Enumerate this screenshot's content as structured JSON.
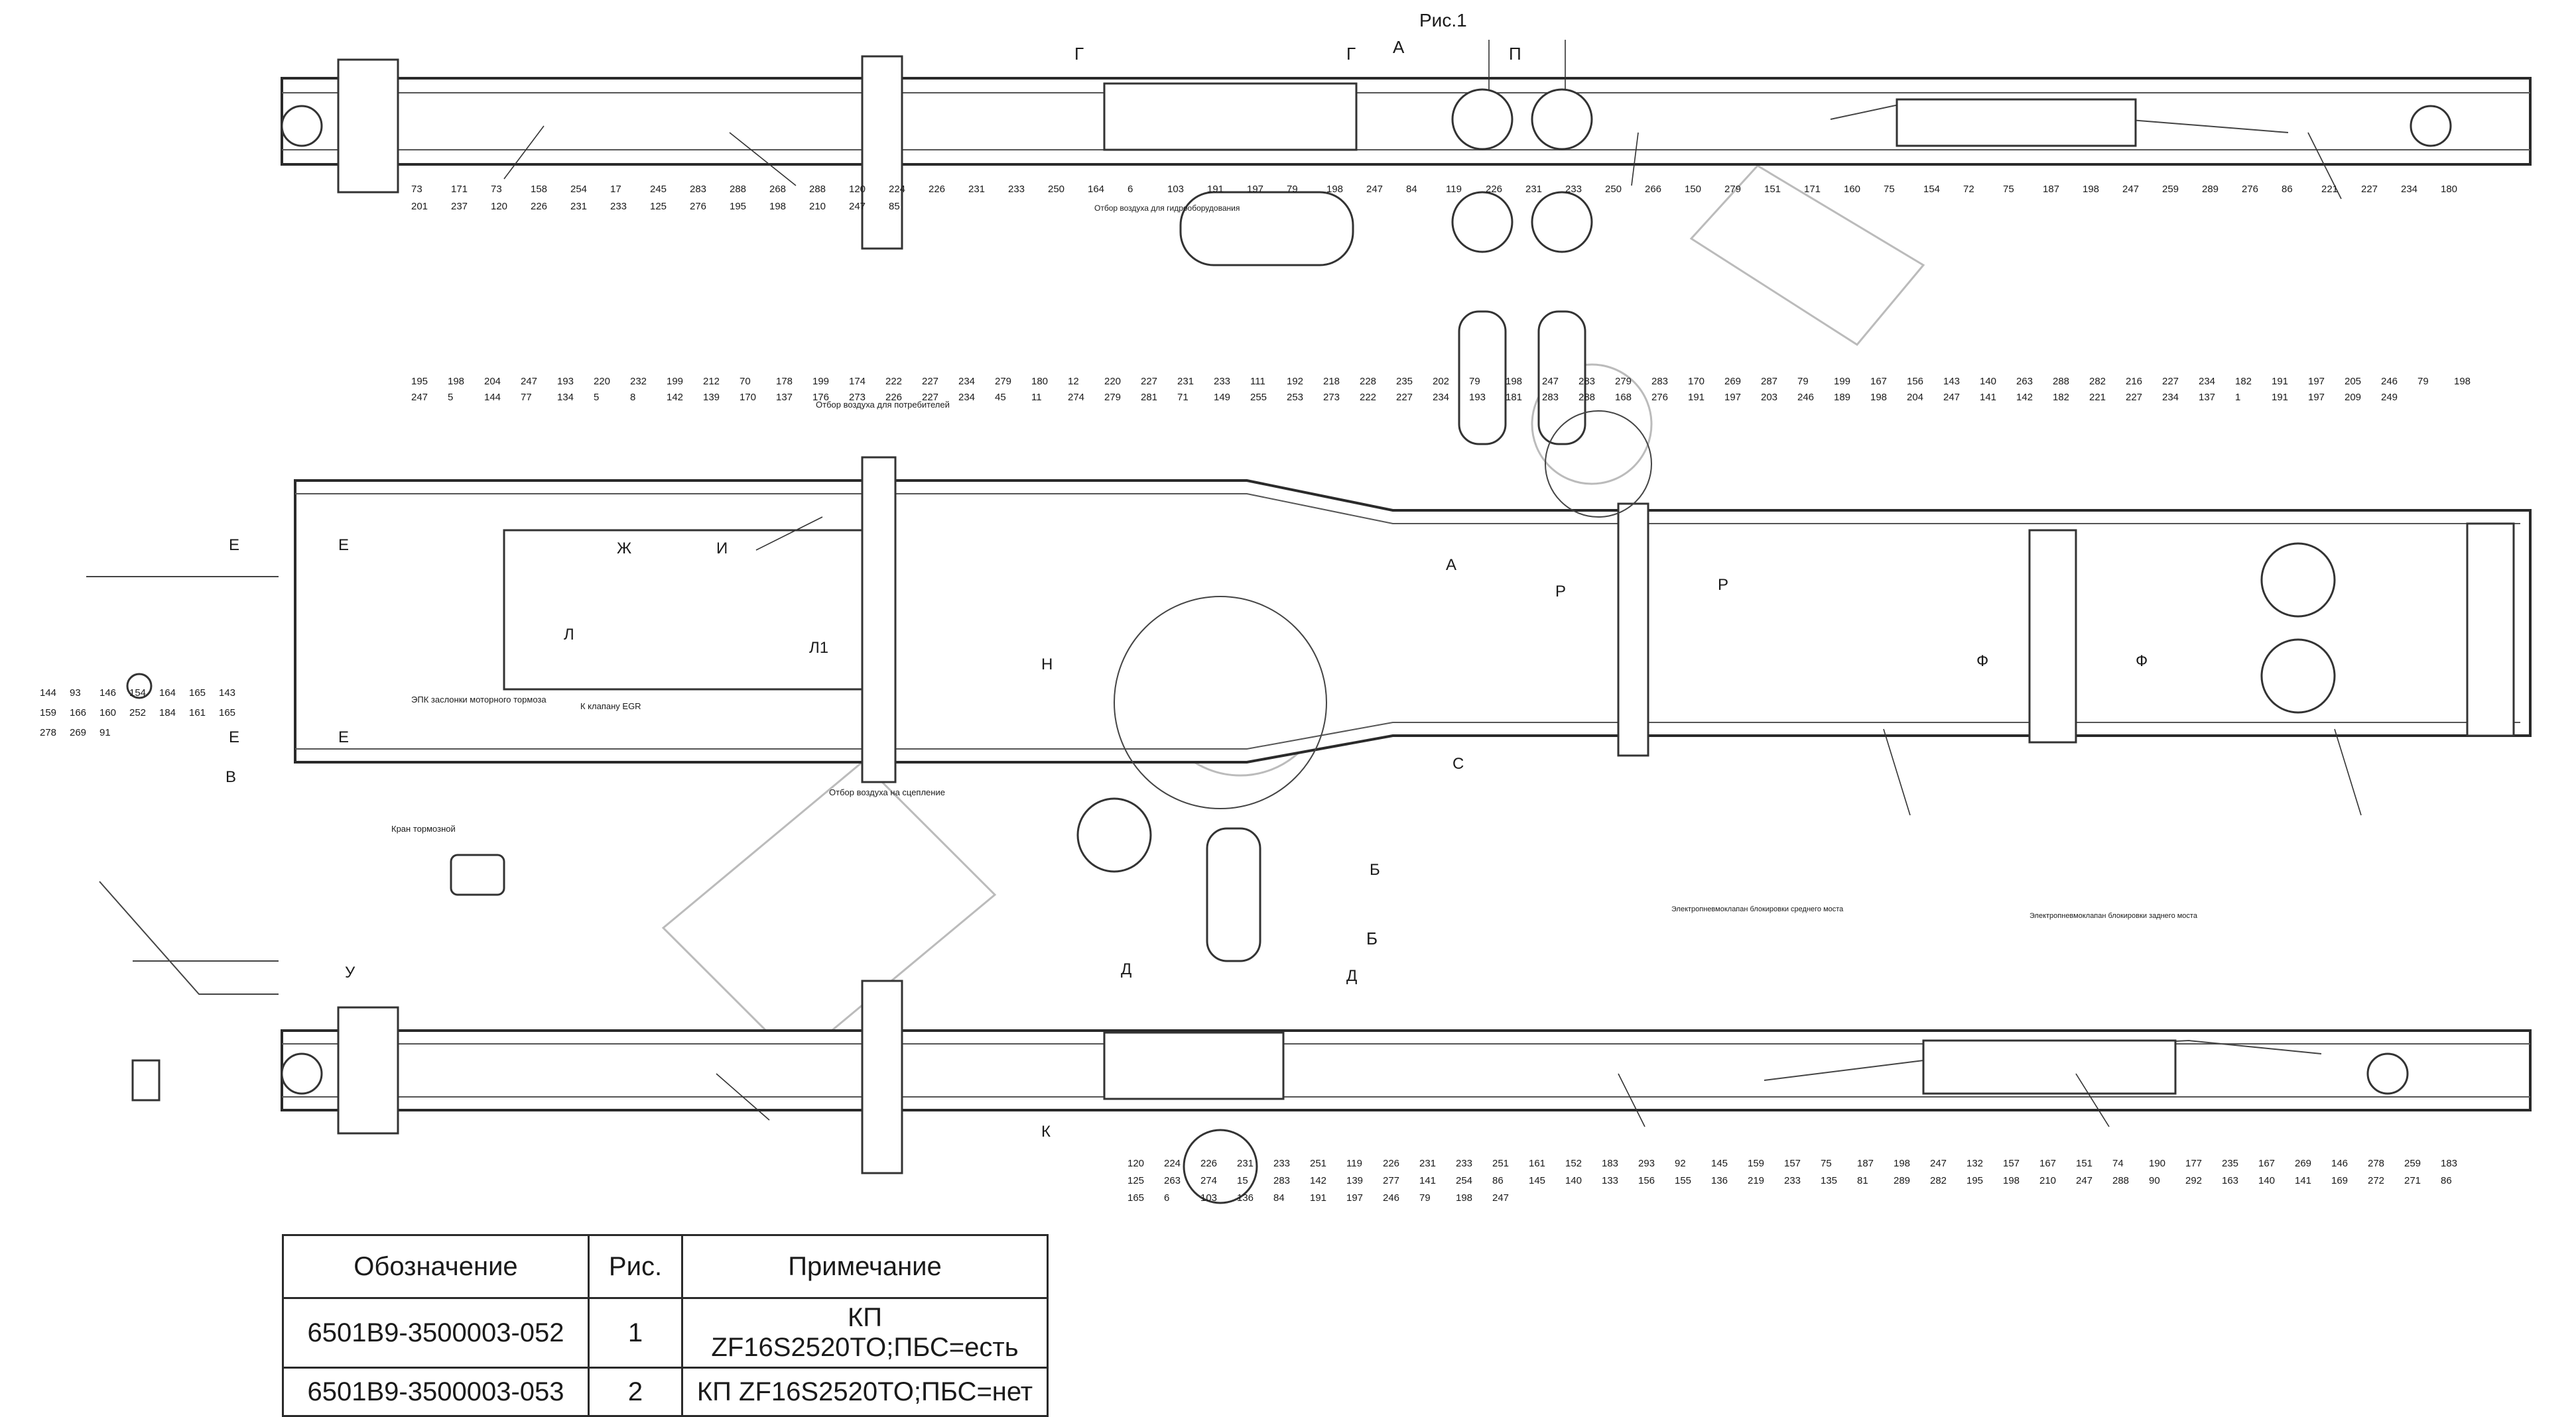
{
  "figure_label": "Рис.1",
  "view_labels": [
    "А",
    "Г",
    "Г",
    "П",
    "Е",
    "Е",
    "Е",
    "Е",
    "В",
    "Ж",
    "И",
    "Л",
    "Л1",
    "Н",
    "С",
    "Р",
    "Р",
    "Ф",
    "Ф",
    "У",
    "Д",
    "Д",
    "К",
    "Б",
    "Б",
    "А"
  ],
  "annotations": {
    "air_takeoff_top": "Отбор воздуха для гидрооборудования",
    "air_takeoff_consumers": "Отбор воздуха для потребителей",
    "air_takeoff_clutch": "Отбор воздуха на сцепление",
    "epk": "ЭПК заслонки моторного тормоза",
    "egr": "К клапану EGR",
    "brake_valve": "Кран тормозной",
    "valve_mid_axle": "Электропневмоклапан блокировки среднего моста",
    "valve_rear_axle": "Электропневмоклапан блокировки заднего моста"
  },
  "callouts": {
    "top_frame": [
      "73",
      "171",
      "73",
      "158",
      "254",
      "17",
      "245",
      "283",
      "288",
      "268",
      "288",
      "120",
      "224",
      "226",
      "231",
      "233",
      "250",
      "164",
      "6",
      "103",
      "191",
      "197",
      "79",
      "198",
      "247",
      "84",
      "119",
      "226",
      "231",
      "233",
      "250",
      "266",
      "150",
      "279",
      "151",
      "171",
      "160",
      "75",
      "154",
      "72",
      "75",
      "187",
      "198",
      "247",
      "259",
      "289",
      "276",
      "86",
      "221",
      "227",
      "234",
      "180",
      "201",
      "237",
      "120",
      "226",
      "231",
      "233",
      "125",
      "276",
      "195",
      "198",
      "210",
      "247",
      "85"
    ],
    "middle_frame": [
      "195",
      "198",
      "204",
      "247",
      "193",
      "220",
      "232",
      "199",
      "212",
      "70",
      "178",
      "199",
      "174",
      "222",
      "227",
      "234",
      "279",
      "180",
      "12",
      "220",
      "227",
      "231",
      "233",
      "111",
      "192",
      "218",
      "228",
      "235",
      "202",
      "79",
      "198",
      "247",
      "283",
      "279",
      "283",
      "170",
      "269",
      "287",
      "79",
      "199",
      "167",
      "156",
      "143",
      "140",
      "263",
      "288",
      "282",
      "216",
      "227",
      "234",
      "182",
      "191",
      "197",
      "205",
      "246",
      "79",
      "198",
      "247",
      "5",
      "144",
      "77",
      "134",
      "5",
      "8",
      "142",
      "139",
      "170",
      "137",
      "176",
      "273",
      "226",
      "227",
      "234",
      "45",
      "11",
      "274",
      "279",
      "281",
      "71",
      "149",
      "255",
      "253",
      "273",
      "222",
      "227",
      "234",
      "193",
      "181",
      "283",
      "288",
      "168",
      "276",
      "191",
      "197",
      "203",
      "246",
      "189",
      "198",
      "204",
      "247",
      "141",
      "142",
      "182",
      "221",
      "227",
      "234",
      "137",
      "1",
      "191",
      "197",
      "209",
      "249"
    ],
    "left_side": [
      "144",
      "93",
      "146",
      "154",
      "164",
      "165",
      "143",
      "159",
      "166",
      "160",
      "252",
      "184",
      "161",
      "165",
      "278",
      "269",
      "91"
    ],
    "bottom_frame": [
      "120",
      "224",
      "226",
      "231",
      "233",
      "251",
      "119",
      "226",
      "231",
      "233",
      "251",
      "161",
      "152",
      "183",
      "293",
      "92",
      "145",
      "159",
      "157",
      "75",
      "187",
      "198",
      "247",
      "132",
      "157",
      "167",
      "151",
      "74",
      "190",
      "177",
      "235",
      "167",
      "269",
      "146",
      "278",
      "259",
      "183",
      "125",
      "263",
      "274",
      "15",
      "283",
      "142",
      "139",
      "277",
      "141",
      "254",
      "86",
      "145",
      "140",
      "133",
      "156",
      "155",
      "136",
      "219",
      "233",
      "135",
      "81",
      "289",
      "282",
      "195",
      "198",
      "210",
      "247",
      "288",
      "90",
      "292",
      "163",
      "140",
      "141",
      "169",
      "272",
      "271",
      "86",
      "165",
      "6",
      "103",
      "136",
      "84",
      "191",
      "197",
      "246",
      "79",
      "198",
      "247"
    ]
  },
  "table": {
    "headers": [
      "Обозначение",
      "Рис.",
      "Примечание"
    ],
    "rows": [
      [
        "6501В9-3500003-052",
        "1",
        "КП ZF16S2520TO;ПБС=есть"
      ],
      [
        "6501В9-3500003-053",
        "2",
        "КП ZF16S2520TO;ПБС=нет"
      ]
    ]
  }
}
